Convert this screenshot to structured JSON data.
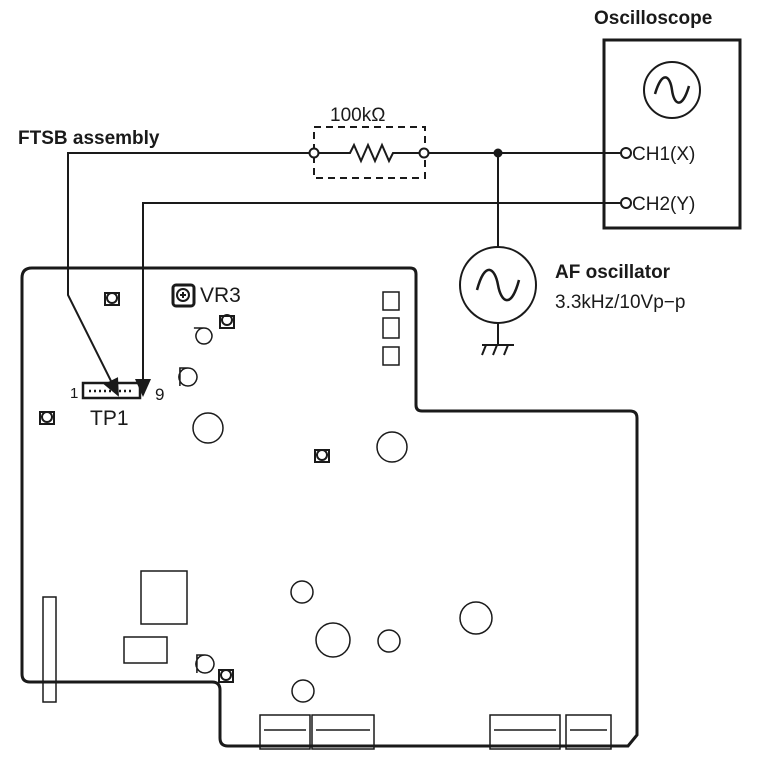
{
  "labels": {
    "oscilloscope": "Oscilloscope",
    "ftsb": "FTSB assembly",
    "resistor": "100kΩ",
    "ch1": "CH1(X)",
    "ch2": "CH2(Y)",
    "af_oscillator": "AF oscillator",
    "af_spec": "3.3kHz/10Vp−p",
    "vr3": "VR3",
    "tp1": "TP1",
    "pin1": "1",
    "pin9": "9"
  },
  "colors": {
    "ink": "#1a1a1a",
    "background": "#ffffff"
  }
}
